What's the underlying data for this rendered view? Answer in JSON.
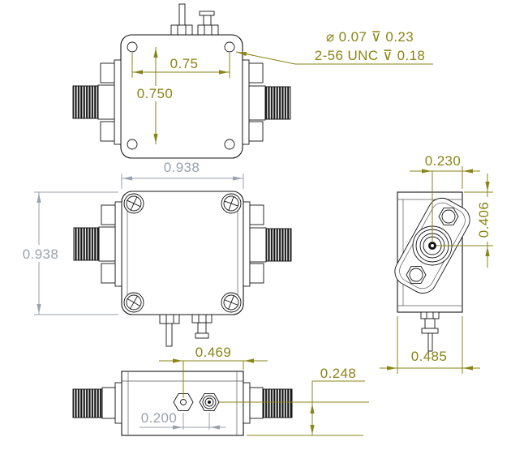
{
  "views": {
    "top": {
      "dim_hole_spacing_h": "0.75",
      "dim_hole_spacing_v": "0.750",
      "callout_line1": "⌀ 0.07 ⊽ 0.23",
      "callout_line2": "2-56 UNC  ⊽ 0.18"
    },
    "front": {
      "dim_width": "0.938",
      "dim_height": "0.938"
    },
    "side": {
      "dim_connector_offset": "0.230",
      "dim_connector_height": "0.406",
      "dim_depth": "0.485"
    },
    "bottom": {
      "dim_pin_to_edge": "0.469",
      "dim_pin_spacing": "0.200",
      "dim_pin_height": "0.248"
    }
  },
  "colors": {
    "dimension_primary": "#8a8416",
    "dimension_reference": "#9aa2ad",
    "part_line": "#141414",
    "background": "#ffffff"
  }
}
